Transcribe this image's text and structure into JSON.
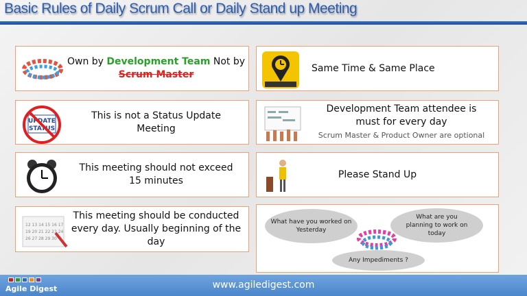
{
  "title": "Basic Rules of Daily Scrum Call or Daily Stand up Meeting",
  "rules_left": [
    {
      "prefix": "Own by ",
      "highlight": "Development Team",
      "suffix": " Not by",
      "struck": "Scrum Master",
      "icon": "team-circle-icon"
    },
    {
      "text": "This is not a Status Update Meeting",
      "icon": "no-status-update-icon"
    },
    {
      "text": "This meeting should not exceed 15 minutes",
      "icon": "alarm-clock-icon"
    },
    {
      "text": "This meeting should be conducted every day. Usually beginning of the day",
      "icon": "calendar-icon"
    }
  ],
  "rules_right": [
    {
      "text": "Same Time & Same Place",
      "icon": "location-clock-icon"
    },
    {
      "text": "Development Team attendee is must for every day",
      "sub": "Scrum Master & Product Owner are optional",
      "icon": "raised-hands-icon"
    },
    {
      "text": "Please Stand Up",
      "icon": "standing-person-icon"
    }
  ],
  "questions": [
    "What have you worked on Yesterday",
    "What are you planning to work on today",
    "Any Impediments ?"
  ],
  "footer": {
    "brand": "Agile Digest",
    "url": "www.agiledigest.com"
  },
  "colors": {
    "title": "#2c5db0",
    "border": "#f0a070",
    "green": "#2aa02a",
    "red": "#e0201c",
    "footer": "#5a93d4"
  }
}
